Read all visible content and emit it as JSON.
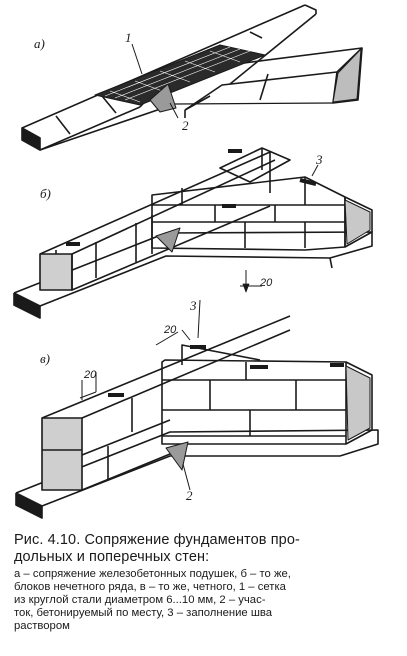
{
  "figure": {
    "panel_labels": [
      "а)",
      "б)",
      "в)"
    ],
    "callouts": {
      "a_1": "1",
      "a_2": "2",
      "b_3": "3",
      "b_20": "20",
      "c_3": "3",
      "c_20_top": "20",
      "c_20_left": "20",
      "c_2": "2"
    }
  },
  "caption": {
    "title_lines": [
      "Рис. 4.10. Сопряжение фундаментов про-",
      "дольных и поперечных стен:"
    ],
    "body_lines": [
      "а – сопряжение железобетонных подушек, б – то же,",
      "блоков нечетного ряда, в – то же, четного, 1 – сетка",
      "из круглой стали диаметром 6...10 мм, 2 – учас-",
      "ток, бетонируемый по месту, 3 – заполнение шва",
      "раствором"
    ]
  }
}
